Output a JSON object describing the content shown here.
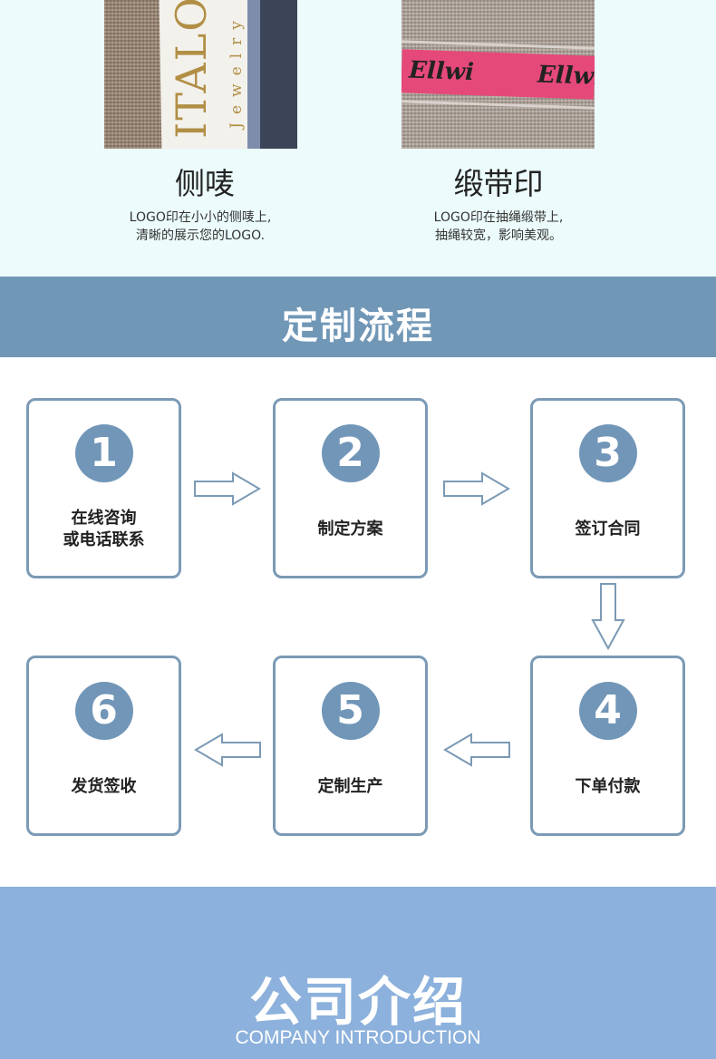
{
  "features": [
    {
      "title": "侧唛",
      "desc_line1": "LOGO印在小小的侧唛上,",
      "desc_line2": "清晰的展示您的LOGO.",
      "photo_text_main": "ITALO",
      "photo_text_sub": "Jewelry"
    },
    {
      "title": "缎带印",
      "desc_line1": "LOGO印在抽绳缎带上,",
      "desc_line2": "抽绳较宽，影响美观。",
      "photo_text_1": "Ellwi",
      "photo_text_2": "Ellwi"
    }
  ],
  "process": {
    "title": "定制流程",
    "steps": [
      {
        "number": "1",
        "label_line1": "在线咨询",
        "label_line2": "或电话联系"
      },
      {
        "number": "2",
        "label": "制定方案"
      },
      {
        "number": "3",
        "label": "签订合同"
      },
      {
        "number": "4",
        "label": "下单付款"
      },
      {
        "number": "5",
        "label": "定制生产"
      },
      {
        "number": "6",
        "label": "发货签收"
      }
    ]
  },
  "company": {
    "title": "公司介绍",
    "subtitle": "COMPANY INTRODUCTION"
  },
  "colors": {
    "top_bg": "#ecfbfb",
    "banner_bg": "#7197b7",
    "step_border": "#7b9ab5",
    "circle_bg": "#7196b8",
    "company_bg": "#8cb1dc",
    "ribbon": "#e5497a"
  }
}
